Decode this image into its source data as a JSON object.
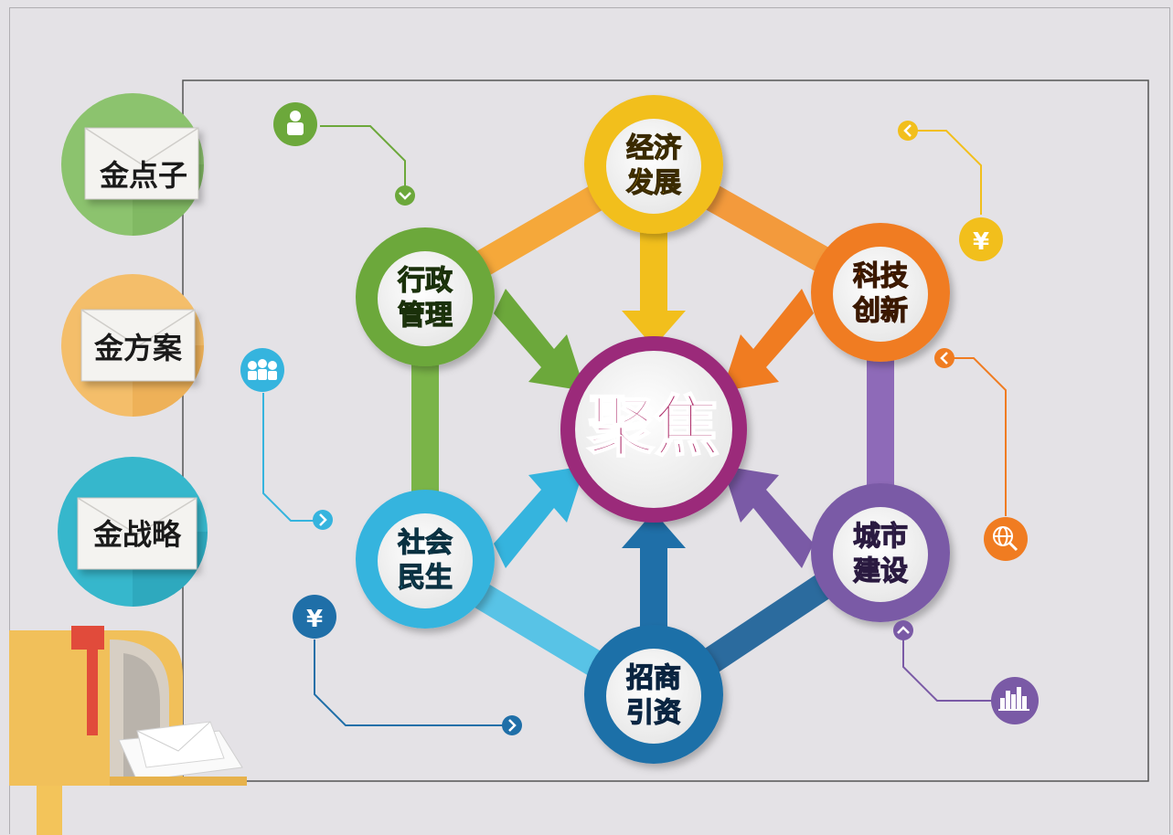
{
  "colors": {
    "economy": "#f2bf1c",
    "tech": "#f07c21",
    "city": "#7a5aa6",
    "investment": "#1f6fa8",
    "society": "#35b4de",
    "admin": "#6ca83b",
    "center": "#9b2a7a",
    "side_green": "#8cc36e",
    "side_orange": "#f4be6a",
    "side_teal": "#36b7cc"
  },
  "side_labels": [
    {
      "key": "green",
      "text": "金点子"
    },
    {
      "key": "orange",
      "text": "金方案"
    },
    {
      "key": "teal",
      "text": "金战略"
    }
  ],
  "center": {
    "text": "聚焦"
  },
  "nodes": {
    "economy": {
      "line1": "经济",
      "line2": "发展"
    },
    "tech": {
      "line1": "科技",
      "line2": "创新"
    },
    "city": {
      "line1": "城市",
      "line2": "建设"
    },
    "investment": {
      "line1": "招商",
      "line2": "引资"
    },
    "society": {
      "line1": "社会",
      "line2": "民生"
    },
    "admin": {
      "line1": "行政",
      "line2": "管理"
    }
  },
  "icons": {
    "person": "person-icon",
    "people": "people-group-icon",
    "yen": "yen-icon",
    "search_globe": "globe-search-icon",
    "buildings": "city-skyline-icon",
    "chevron": "chevron-icon"
  },
  "small_icon_text": {
    "yen": "¥"
  }
}
